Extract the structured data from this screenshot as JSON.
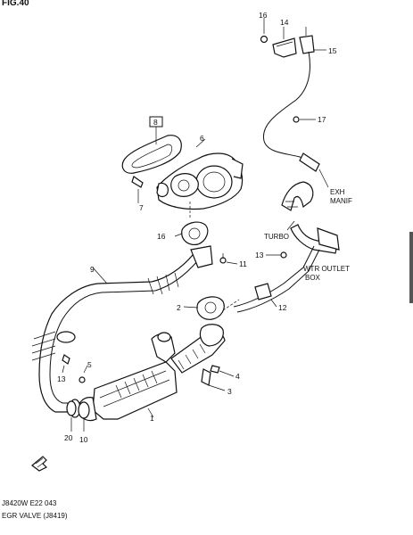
{
  "header": {
    "fig_label": "FIG.40"
  },
  "callouts": {
    "c1": "1",
    "c2": "2",
    "c3": "3",
    "c4": "4",
    "c5": "5",
    "c6": "6",
    "c7": "7",
    "c8": "8",
    "c9": "9",
    "c10": "10",
    "c11": "11",
    "c12": "12",
    "c13a": "13",
    "c13b": "13",
    "c14": "14",
    "c15": "15",
    "c16a": "16",
    "c16b": "16",
    "c17": "17",
    "c20": "20"
  },
  "annotations": {
    "exh_line1": "EXH",
    "exh_line2": "MANIF",
    "turbo": "TURBO",
    "wtr_line1": "WTR OUTLET",
    "wtr_line2": "BOX"
  },
  "footer": {
    "code": "J8420W E22  043",
    "title": "EGR VALVE (J8419)"
  },
  "icons": [
    "front-arrow-icon"
  ]
}
